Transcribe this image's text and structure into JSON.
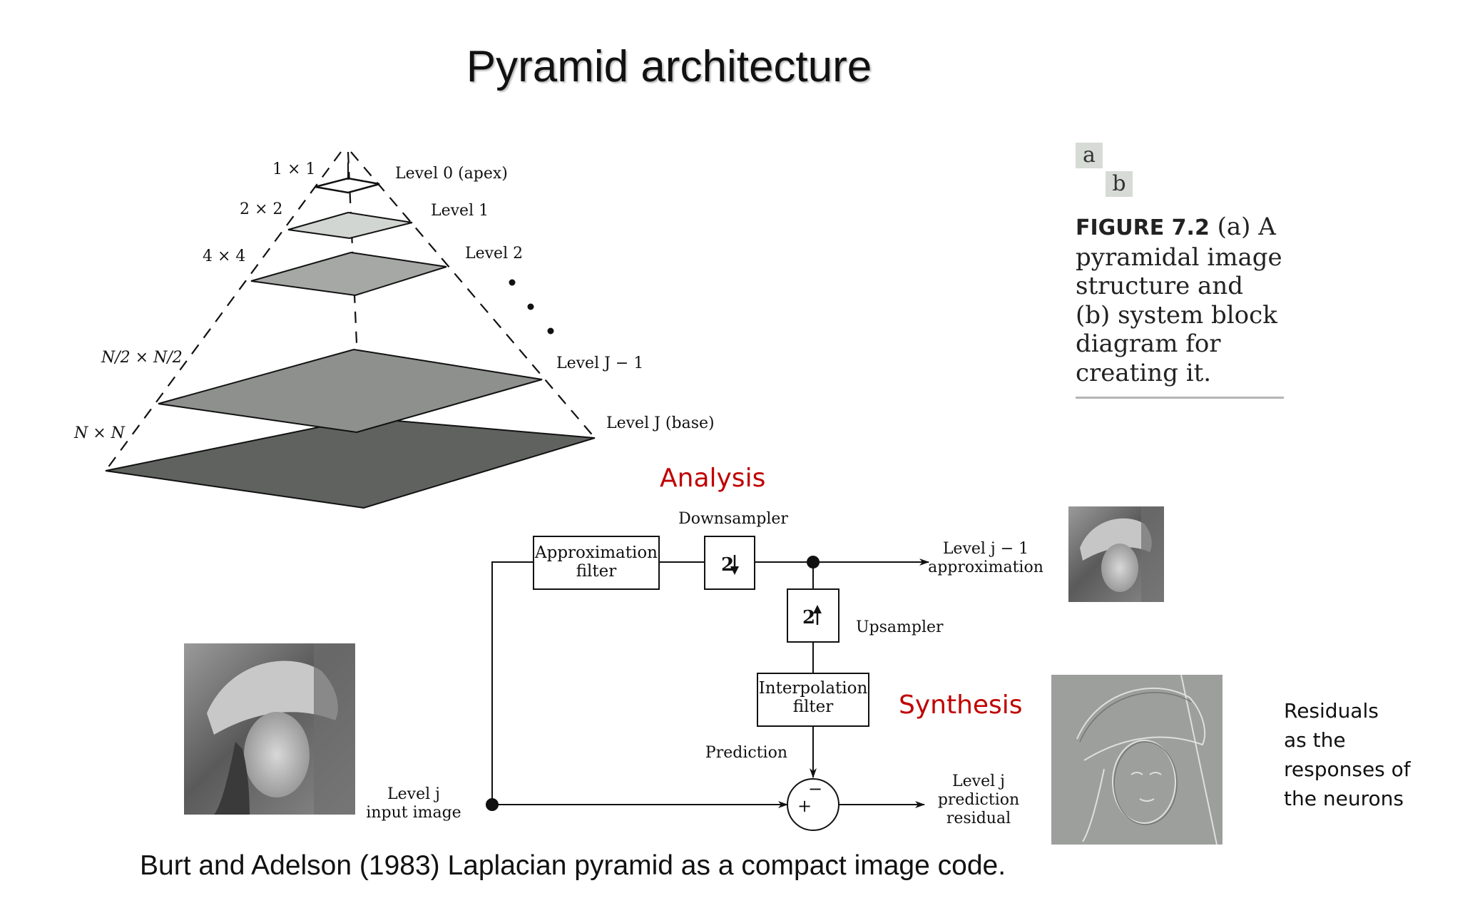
{
  "title": "Pyramid architecture",
  "citation": "Burt and Adelson (1983)  Laplacian pyramid as a compact image code.",
  "pyramid": {
    "sizes": [
      "1 × 1",
      "2 × 2",
      "4 × 4",
      "N/2 × N/2",
      "N × N"
    ],
    "levels": [
      "Level 0 (apex)",
      "Level 1",
      "Level 2",
      "Level J − 1",
      "Level J (base)"
    ]
  },
  "caption": {
    "panel_a": "a",
    "panel_b": "b",
    "figure_label": "FIGURE 7.2",
    "lines": [
      " (a) A",
      "pyramidal image",
      "structure and",
      "(b) system block",
      "diagram for",
      "creating it."
    ]
  },
  "block_diagram": {
    "analysis_label": "Analysis",
    "synthesis_label": "Synthesis",
    "downsampler_label": "Downsampler",
    "upsampler_label": "Upsampler",
    "approx_filter": [
      "Approximation",
      "filter"
    ],
    "interp_filter": [
      "Interpolation",
      "filter"
    ],
    "down_symbol": "2",
    "up_symbol": "2",
    "prediction_label": "Prediction",
    "minus_sign": "−",
    "plus_sign": "+",
    "input_label": [
      "Level j",
      "input image"
    ],
    "approx_output_label": [
      "Level j − 1",
      "approximation"
    ],
    "residual_output_label": [
      "Level  j",
      "prediction",
      "residual"
    ]
  },
  "residual_note": [
    "Residuals",
    "as the",
    "responses of",
    "the neurons"
  ],
  "colors": {
    "accent_red": "#c00000",
    "caption_tag": "#d6dbd6"
  }
}
